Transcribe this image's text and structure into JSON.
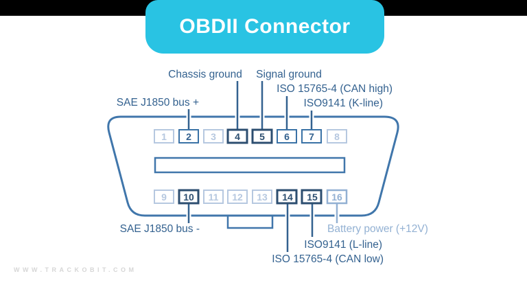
{
  "header": {
    "title": "OBDII Connector",
    "background_color": "#29c3e3",
    "top_bar_color": "#000000"
  },
  "connector": {
    "outline_color": "#4076ab",
    "pins": [
      {
        "number": "1",
        "state": "inactive"
      },
      {
        "number": "2",
        "state": "active"
      },
      {
        "number": "3",
        "state": "inactive"
      },
      {
        "number": "4",
        "state": "bold"
      },
      {
        "number": "5",
        "state": "bold"
      },
      {
        "number": "6",
        "state": "active"
      },
      {
        "number": "7",
        "state": "active"
      },
      {
        "number": "8",
        "state": "inactive"
      },
      {
        "number": "9",
        "state": "inactive"
      },
      {
        "number": "10",
        "state": "bold"
      },
      {
        "number": "11",
        "state": "inactive"
      },
      {
        "number": "12",
        "state": "inactive"
      },
      {
        "number": "13",
        "state": "inactive"
      },
      {
        "number": "14",
        "state": "bold"
      },
      {
        "number": "15",
        "state": "bold"
      },
      {
        "number": "16",
        "state": "highlight"
      }
    ],
    "labels": {
      "top": [
        {
          "text": "SAE J1850 bus +",
          "pin": "2"
        },
        {
          "text": "Chassis ground",
          "pin": "4"
        },
        {
          "text": "Signal ground",
          "pin": "5"
        },
        {
          "text": "ISO 15765-4 (CAN high)",
          "pin": "6"
        },
        {
          "text": "ISO9141 (K-line)",
          "pin": "7"
        }
      ],
      "bottom": [
        {
          "text": "SAE J1850 bus -",
          "pin": "10"
        },
        {
          "text": "ISO 15765-4 (CAN low)",
          "pin": "14"
        },
        {
          "text": "ISO9141 (L-line)",
          "pin": "15"
        },
        {
          "text": "Battery power (+12V)",
          "pin": "16"
        }
      ]
    },
    "label_colors": {
      "default": "#33618f",
      "battery": "#93b1d3"
    }
  },
  "watermark": "WWW.TRACKOBIT.COM"
}
